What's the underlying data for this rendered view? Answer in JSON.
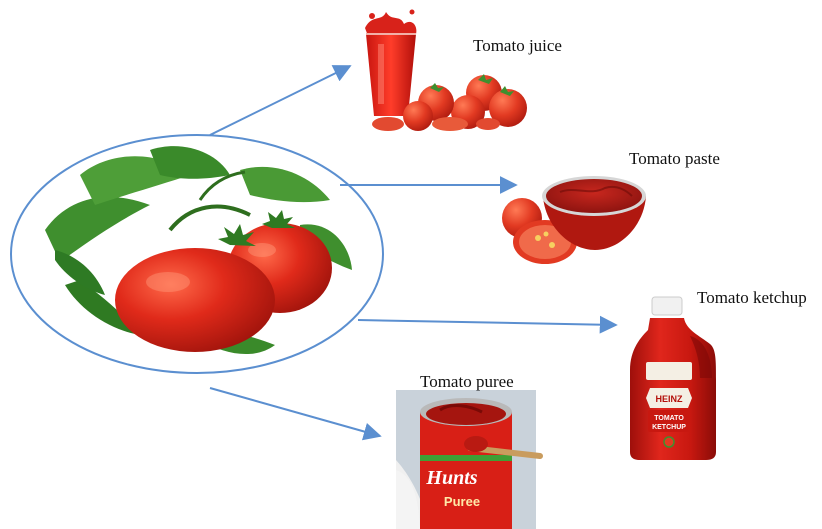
{
  "products": [
    {
      "id": "juice",
      "label": "Tomato juice"
    },
    {
      "id": "paste",
      "label": "Tomato paste"
    },
    {
      "id": "ketchup",
      "label": "Tomato ketchup"
    },
    {
      "id": "puree",
      "label": "Tomato puree"
    }
  ],
  "ketchup_bottle": {
    "brand": "HEINZ",
    "product_line1": "TOMATO",
    "product_line2": "KETCHUP"
  },
  "puree_can": {
    "brand": "Hunts",
    "product": "Puree"
  },
  "colors": {
    "arrow": "#5b8fd0",
    "tomato_red": "#d42a1f",
    "leaf_green": "#3f8f2e"
  }
}
